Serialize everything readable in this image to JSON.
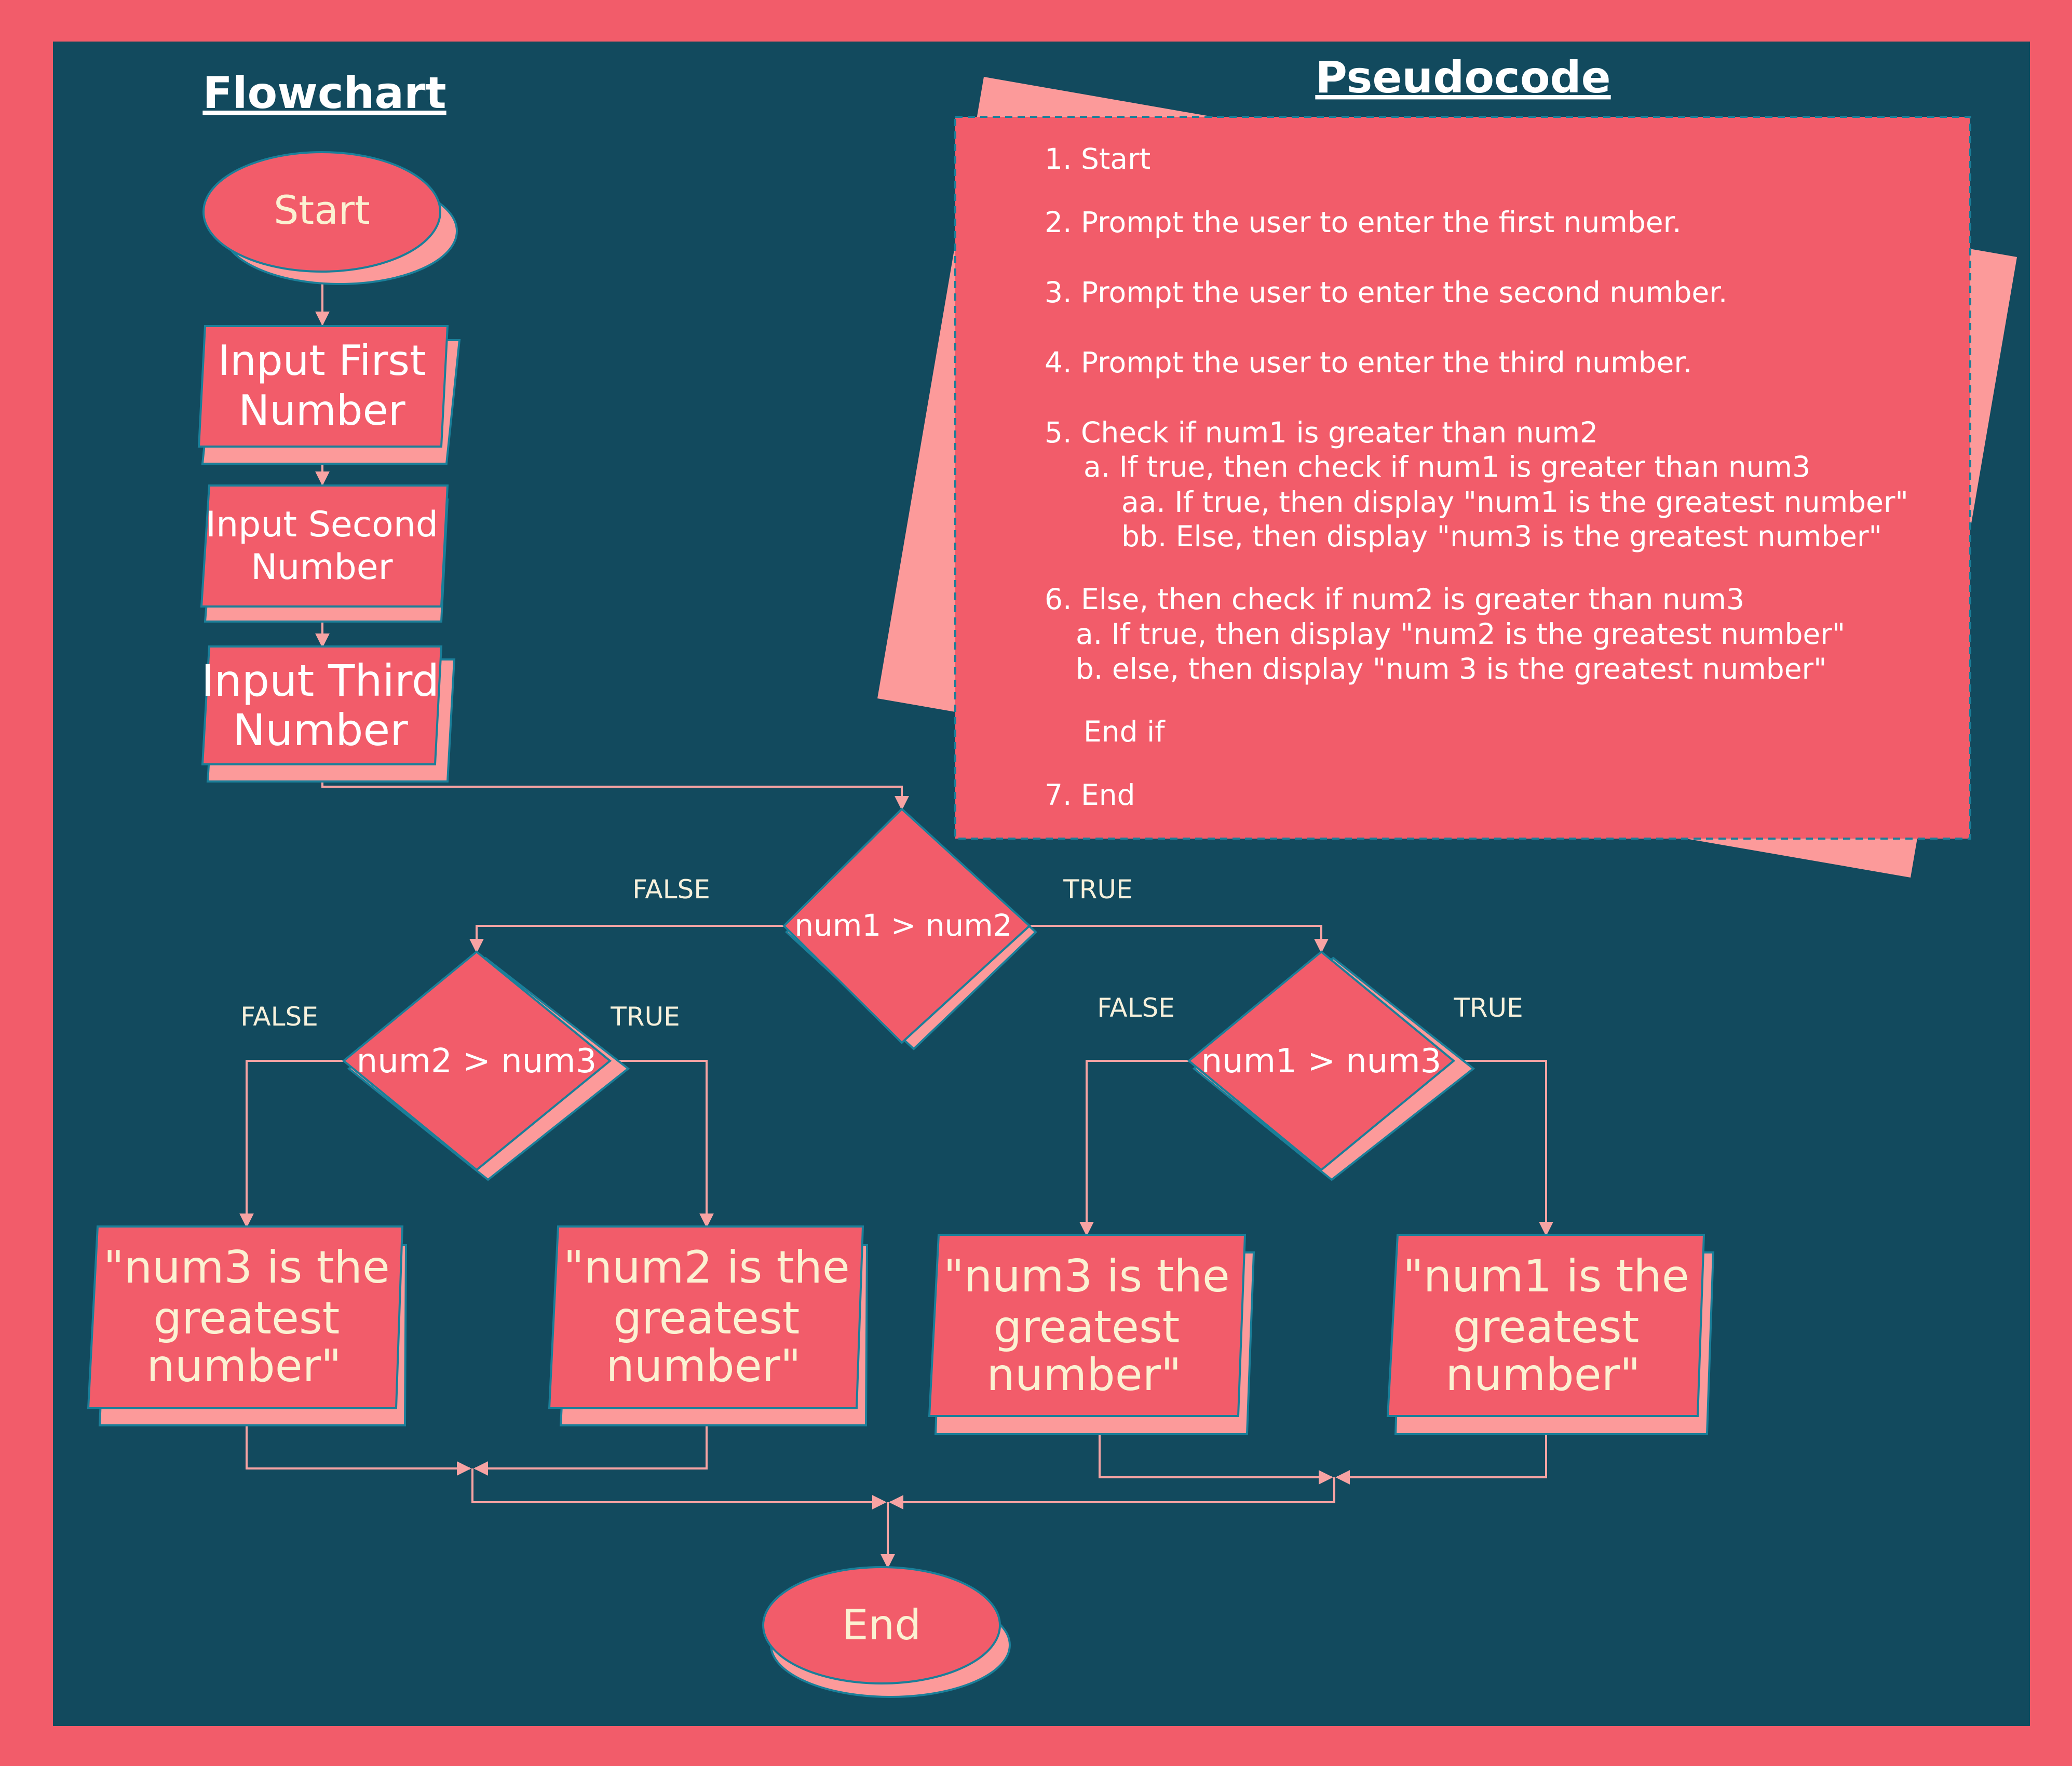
{
  "titles": {
    "flowchart": "Flowchart",
    "pseudocode": "Pseudocode"
  },
  "flowchart": {
    "start": "Start",
    "input_first": [
      "Input First",
      "Number"
    ],
    "input_second": [
      "Input Second",
      "Number"
    ],
    "input_third": [
      "Input Third",
      "Number"
    ],
    "decision_main": "num1 > num2",
    "decision_left": "num2 > num3",
    "decision_right": "num1 > num3",
    "label_false": "FALSE",
    "label_true": "TRUE",
    "output_a": [
      "\"num3 is the",
      "greatest",
      "number\""
    ],
    "output_b": [
      "\"num2 is the",
      "greatest",
      "number\""
    ],
    "output_c": [
      "\"num3 is the",
      "greatest",
      "number\""
    ],
    "output_d": [
      "\"num1 is the",
      "greatest",
      "number\""
    ],
    "end": "End"
  },
  "pseudocode": [
    "1.  Start",
    "2. Prompt the user to enter the first number.",
    "3. Prompt the user to enter the second number.",
    "4. Prompt the user to enter the third number.",
    "5. Check if num1 is greater than num2",
    "a. If true, then check if num1 is greater than num3",
    "aa. If true, then display \"num1 is the greatest number\"",
    "bb. Else, then display \"num3 is the greatest number\"",
    "6. Else, then check if num2 is greater than num3",
    "a. If true, then display \"num2 is the greatest number\"",
    "b. else, then display \"num 3 is the greatest number\"",
    "End if",
    "7. End"
  ],
  "colors": {
    "frame": "#f25c6a",
    "background": "#124a5e",
    "node_fill": "#f25c6a",
    "node_shadow": "#fc9a9a",
    "node_border": "#1a7f99",
    "connector": "#f7a3a3",
    "node_text": "#fbf1d2"
  }
}
